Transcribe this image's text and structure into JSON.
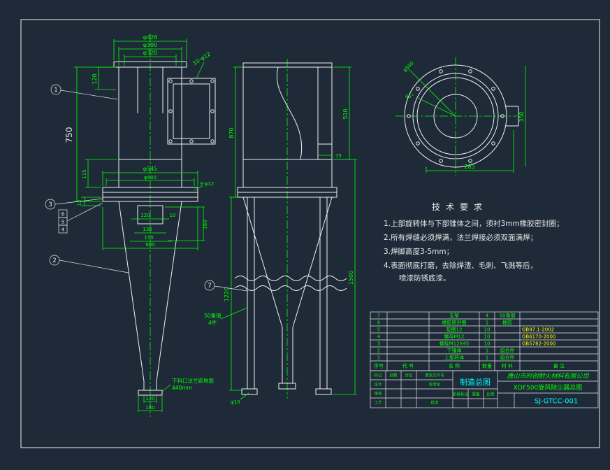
{
  "colors": {
    "background": "#1e2a38",
    "line": "#f0f0f0",
    "dimension": "#00ff00",
    "accent": "#00ffff",
    "standard": "#ffff00"
  },
  "front_view": {
    "balloon_1": "1",
    "balloon_2": "2",
    "balloon_3": "3",
    "balloon_4": "4",
    "balloon_5": "5",
    "balloon_6": "6",
    "dims": {
      "d_phi426": "φ426",
      "d_phi390": "φ390",
      "d_phi320": "φ320",
      "d_top_holes": "10-φ12",
      "d_120_top": "120",
      "d_750": "750",
      "d_115": "115",
      "d_12": "12",
      "d_phi545": "φ545",
      "d_phi500": "φ500",
      "d_mid_holes": "3-φ12",
      "d_120_cone": "120",
      "d_10_cone": "10",
      "d_130_cone": "130",
      "d_150_cone": "150",
      "d_600": "600",
      "d_160": "160",
      "d_130_outlet": "130",
      "d_180_outlet": "180"
    },
    "note_line1": "下料口法兰距地面",
    "note_line2": "440mm"
  },
  "side_view": {
    "balloon_7": "7",
    "dims": {
      "d_75": "75",
      "d_510": "510",
      "d_870": "870",
      "d_1220": "1220",
      "d_1500": "1500",
      "d_phi10": "φ10"
    },
    "note_line1": "50角钢",
    "note_line2": "4件"
  },
  "top_view": {
    "dims": {
      "d_phi500": "φ500",
      "d_45": "45°",
      "d_285": "285",
      "d_350": "350"
    }
  },
  "tech_req": {
    "title": "技术要求",
    "lines": [
      "1.上部旋转体与下部锥体之间，须衬3mm橡胶密封圈；",
      "2.所有焊缝必须焊满，法兰焊接必须双面满焊；",
      "3.焊脚高度3-5mm；",
      "4.表面彻底打磨，去除焊渣、毛刺、飞溅等后，",
      "喷漆防锈底漆。"
    ]
  },
  "parts_list": {
    "headers": {
      "seq": "序号",
      "code": "代 号",
      "name": "名 称",
      "qty": "数量",
      "material": "材 料",
      "note": "备 注"
    },
    "rows": [
      {
        "seq": "7",
        "name": "支架",
        "qty": "4",
        "material": "50角钢",
        "note": ""
      },
      {
        "seq": "6",
        "name": "橡胶密封圈",
        "qty": "1",
        "material": "橡胶",
        "note": ""
      },
      {
        "seq": "5",
        "name": "垫圈12",
        "qty": "10",
        "material": "",
        "note": "GB97.1-2002"
      },
      {
        "seq": "4",
        "name": "螺母M12",
        "qty": "10",
        "material": "",
        "note": "GB6170-2000"
      },
      {
        "seq": "3",
        "name": "螺栓M12X45",
        "qty": "10",
        "material": "",
        "note": "GB5782-2000"
      },
      {
        "seq": "2",
        "name": "下锥体",
        "qty": "1",
        "material": "组合件",
        "note": ""
      },
      {
        "seq": "1",
        "name": "上旋转体",
        "qty": "1",
        "material": "组合件",
        "note": ""
      }
    ]
  },
  "title_block": {
    "company": "唐山市时创耐火材料有限公司",
    "drawing_type": "制造总图",
    "drawing_name": "XDF500旋风除尘器总图",
    "drawing_no": "SJ-GTCC-001",
    "labels": {
      "mark": "标记",
      "count": "处数",
      "zone": "分区",
      "change_doc": "更改文件号",
      "design": "设计",
      "standardize": "标准化",
      "audit": "审核",
      "process": "工艺",
      "approve": "批准",
      "stage": "阶段标记",
      "weight": "重量",
      "scale": "比例"
    }
  }
}
